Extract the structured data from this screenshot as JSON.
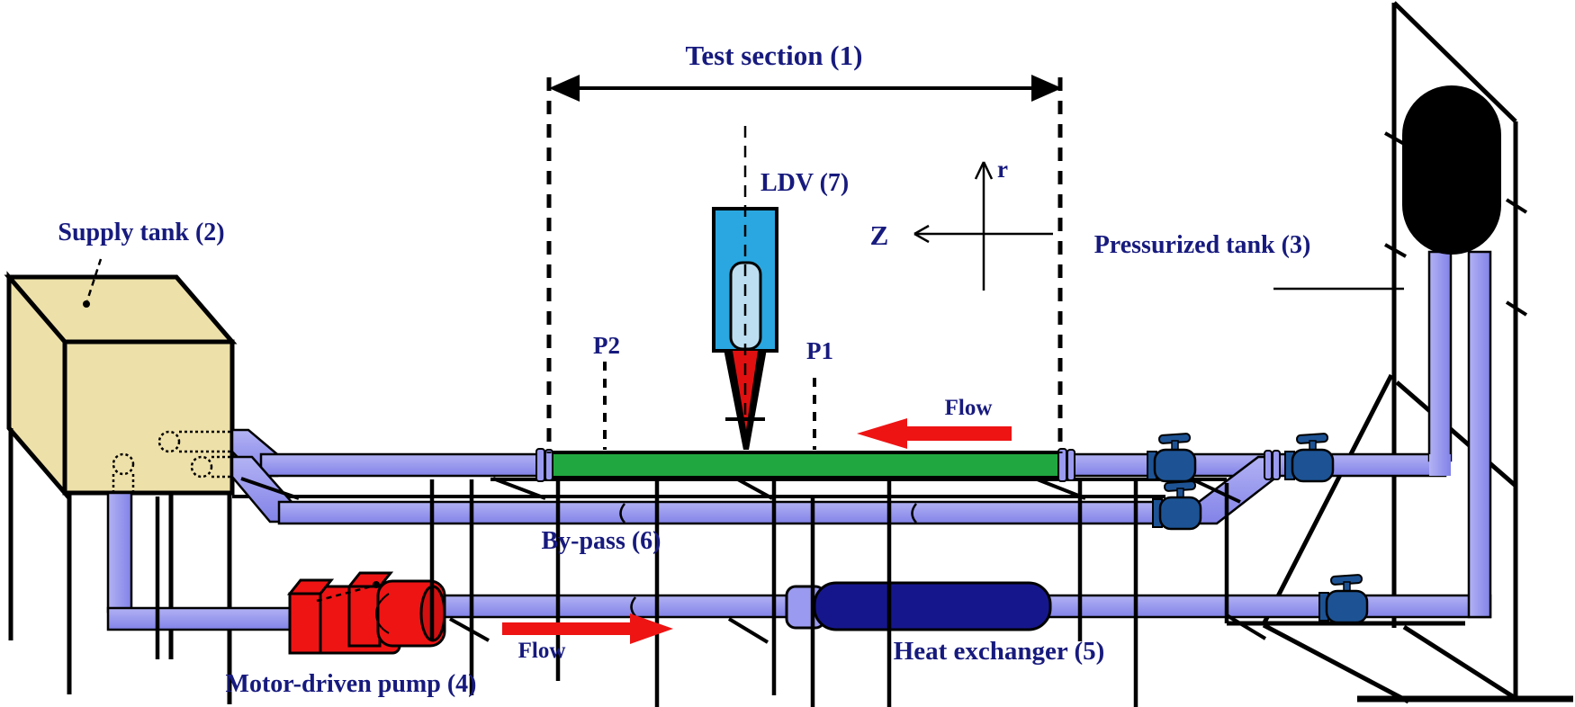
{
  "figure": {
    "type": "experimental-flow-loop-schematic",
    "labels": {
      "test_section": "Test section (1)",
      "supply_tank": "Supply tank (2)",
      "pressurized_tank": "Pressurized tank (3)",
      "motor_pump": "Motor-driven pump (4)",
      "heat_exchanger": "Heat exchanger (5)",
      "bypass": "By-pass (6)",
      "ldv": "LDV (7)",
      "p1": "P1",
      "p2": "P2",
      "flow_upper": "Flow",
      "flow_lower": "Flow",
      "axis_r": "r",
      "axis_z": "Z"
    },
    "colors": {
      "label_navy": "#171a7d",
      "pipe_light": "#b2b2f4",
      "pipe_main": "#8282e8",
      "pipe_coupling": "#9a9af0",
      "test_pipe_green": "#21a73f",
      "heat_exchanger_navy": "#16168c",
      "valve_blue": "#1d5394",
      "pump_red": "#ee1414",
      "flow_arrow_red": "#ee1414",
      "supply_tank_tan": "#ede0a9",
      "pressurized_tank_black": "#000000",
      "ldv_body_blue": "#2aa7e0",
      "ldv_probe_blue": "#bcdef0",
      "laser_red": "#e01010",
      "line_black": "#000000"
    }
  }
}
